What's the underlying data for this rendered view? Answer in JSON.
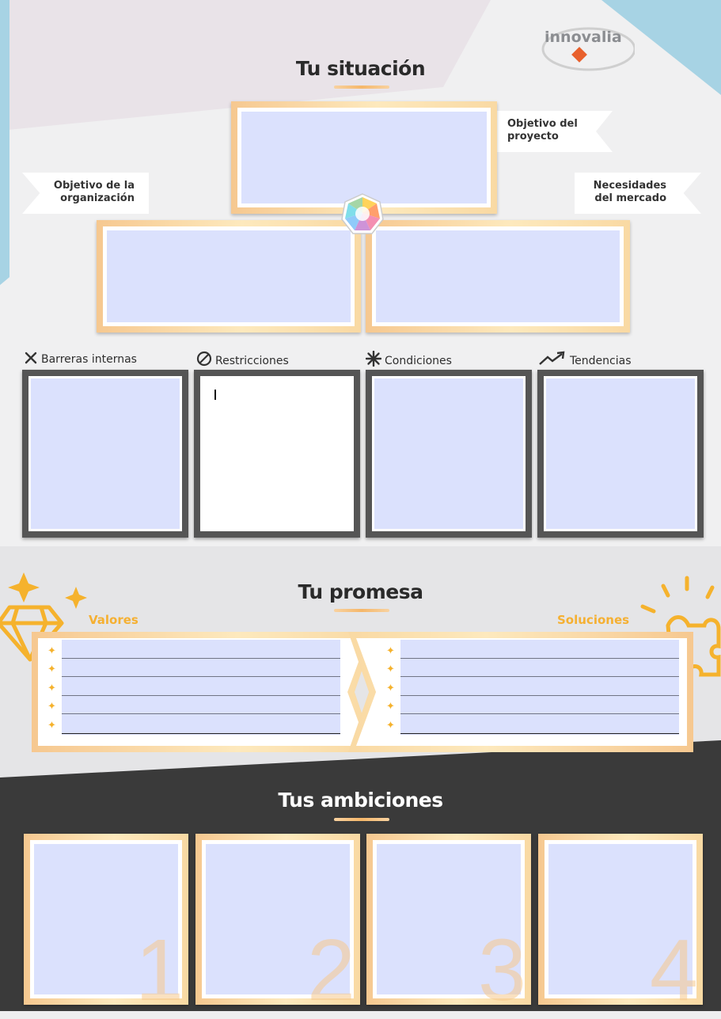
{
  "logo": {
    "text": "innovalia"
  },
  "situacion": {
    "title": "Tu situación",
    "tags": {
      "proyecto": [
        "Objetivo del",
        "proyecto"
      ],
      "organizacion": [
        "Objetivo de la",
        "organización"
      ],
      "mercado": [
        "Necesidades",
        "del mercado"
      ]
    },
    "categories": [
      {
        "label": "Barreras internas",
        "icon": "x-icon"
      },
      {
        "label": "Restricciones",
        "icon": "prohibited-icon"
      },
      {
        "label": "Condiciones",
        "icon": "asterisk-icon"
      },
      {
        "label": "Tendencias",
        "icon": "trend-up-icon"
      }
    ],
    "active_field": "Restricciones"
  },
  "promesa": {
    "title": "Tu promesa",
    "left_label": "Valores",
    "right_label": "Soluciones",
    "rows_per_side": 5
  },
  "ambiciones": {
    "title": "Tus ambiciones",
    "numbers": [
      "1",
      "2",
      "3",
      "4"
    ]
  },
  "colors": {
    "field": "#dbe1fd",
    "accent": "#f5b032",
    "frame_gold": "#f6c890",
    "frame_dark": "#555555",
    "dark_bg": "#3a3a3a",
    "sky_blue": "#a7d3e4",
    "logo_orange": "#e8602c"
  }
}
